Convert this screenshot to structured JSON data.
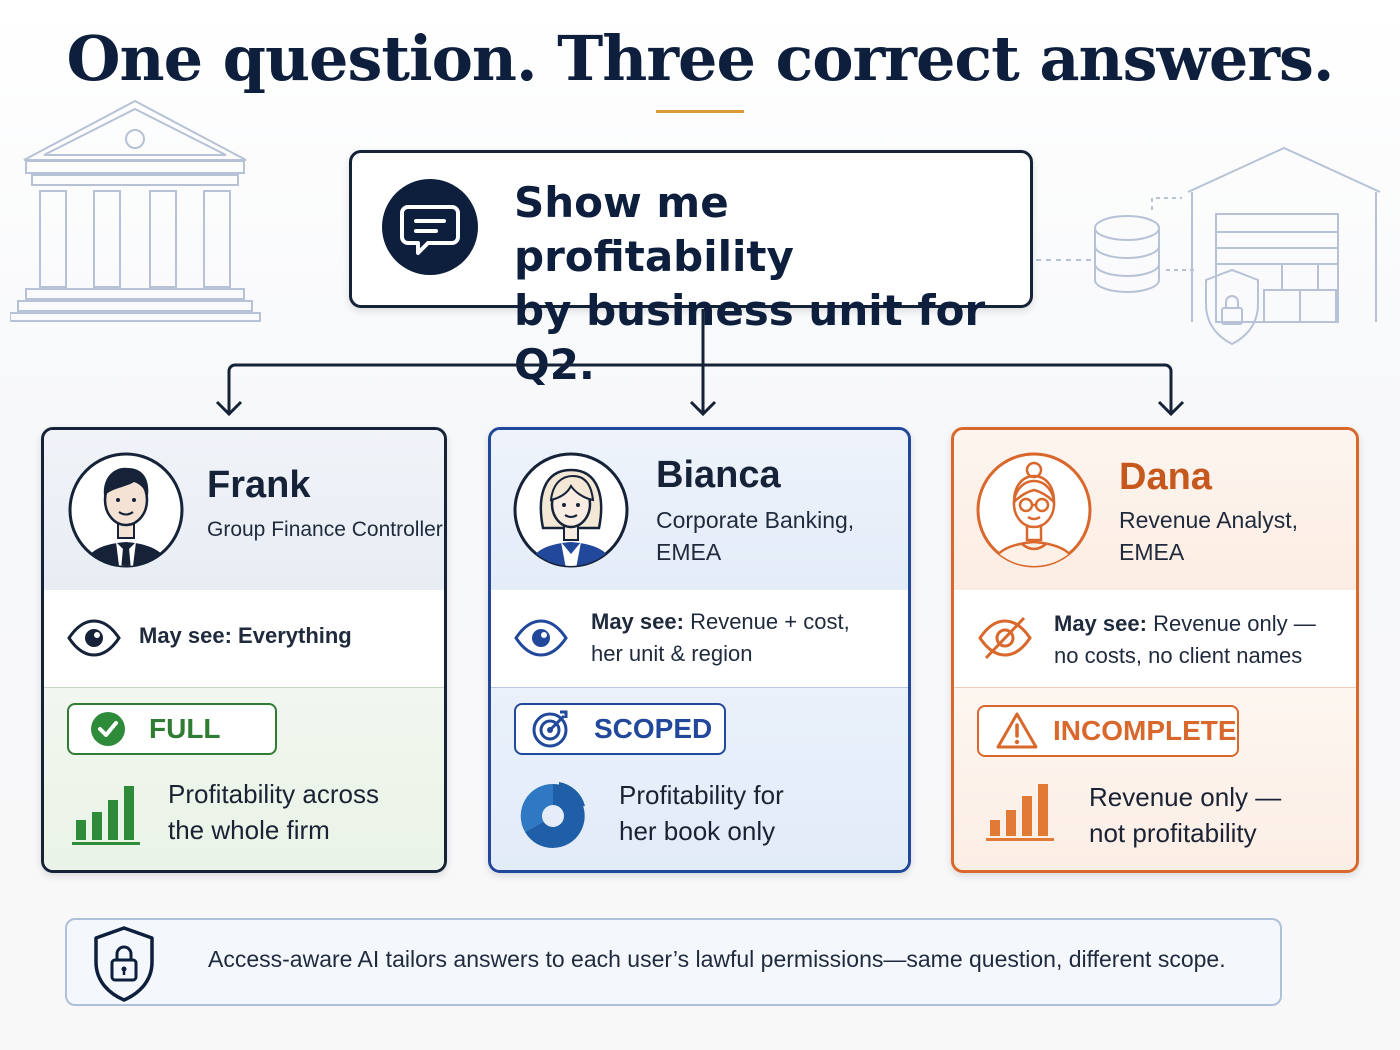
{
  "title": "One question. Three correct answers.",
  "question": {
    "line1": "Show me profitability",
    "line2": "by business unit for Q2.",
    "icon": "chat-bubble-icon"
  },
  "colors": {
    "navy": "#0d1f3c",
    "blue": "#21489a",
    "green": "#2e7d32",
    "orange": "#d9682c",
    "gold": "#d99a3a"
  },
  "users": [
    {
      "name": "Frank",
      "role_lines": [
        "Group Finance Controller"
      ],
      "permission": {
        "prefix": "May see: Everything",
        "lines": []
      },
      "badge": "FULL",
      "result_lines": [
        "Profitability across",
        "the whole firm"
      ]
    },
    {
      "name": "Bianca",
      "role_lines": [
        "Corporate Banking,",
        "EMEA"
      ],
      "permission": {
        "prefix": "May see:",
        "lines": [
          "Revenue + cost,",
          "her unit & region"
        ]
      },
      "badge": "SCOPED",
      "result_lines": [
        "Profitability for",
        "her book only"
      ]
    },
    {
      "name": "Dana",
      "role_lines": [
        "Revenue Analyst,",
        "EMEA"
      ],
      "permission": {
        "prefix": "May see:",
        "lines": [
          "Revenue only —",
          "no costs, no client names"
        ]
      },
      "badge": "INCOMPLETE",
      "result_lines": [
        "Revenue only —",
        "not profitability"
      ]
    }
  ],
  "footer": "Access-aware AI tailors answers to each user’s lawful permissions—same question, different scope."
}
